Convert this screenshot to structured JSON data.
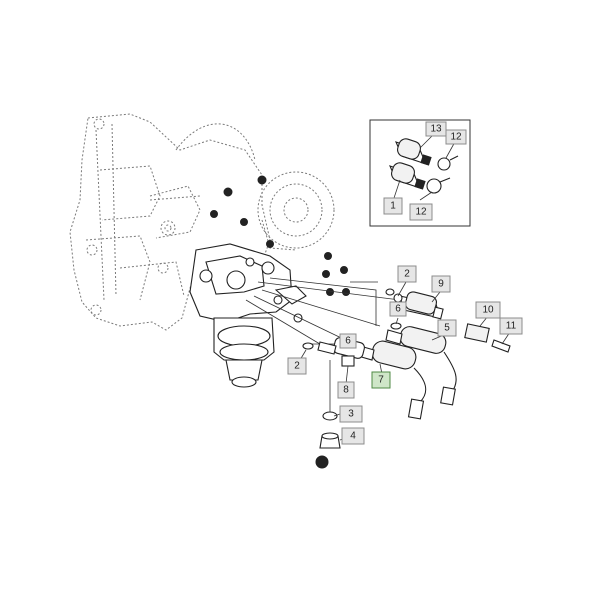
{
  "callouts": [
    {
      "id": "c13",
      "label": "13",
      "active": false
    },
    {
      "id": "c12a",
      "label": "12",
      "active": false
    },
    {
      "id": "c1",
      "label": "1",
      "active": false
    },
    {
      "id": "c12b",
      "label": "12",
      "active": false
    },
    {
      "id": "c2a",
      "label": "2",
      "active": false
    },
    {
      "id": "c9",
      "label": "9",
      "active": false
    },
    {
      "id": "c6a",
      "label": "6",
      "active": false
    },
    {
      "id": "c10",
      "label": "10",
      "active": false
    },
    {
      "id": "c5",
      "label": "5",
      "active": false
    },
    {
      "id": "c11",
      "label": "11",
      "active": false
    },
    {
      "id": "c6b",
      "label": "6",
      "active": false
    },
    {
      "id": "c2b",
      "label": "2",
      "active": false
    },
    {
      "id": "c7",
      "label": "7",
      "active": true
    },
    {
      "id": "c8",
      "label": "8",
      "active": false
    },
    {
      "id": "c3",
      "label": "3",
      "active": false
    },
    {
      "id": "c4",
      "label": "4",
      "active": false
    }
  ],
  "colors": {
    "callout_fill": "#e6e6e6",
    "callout_active_fill": "#cfe6c8",
    "line": "#222222",
    "ghost": "#7a7a7a"
  }
}
